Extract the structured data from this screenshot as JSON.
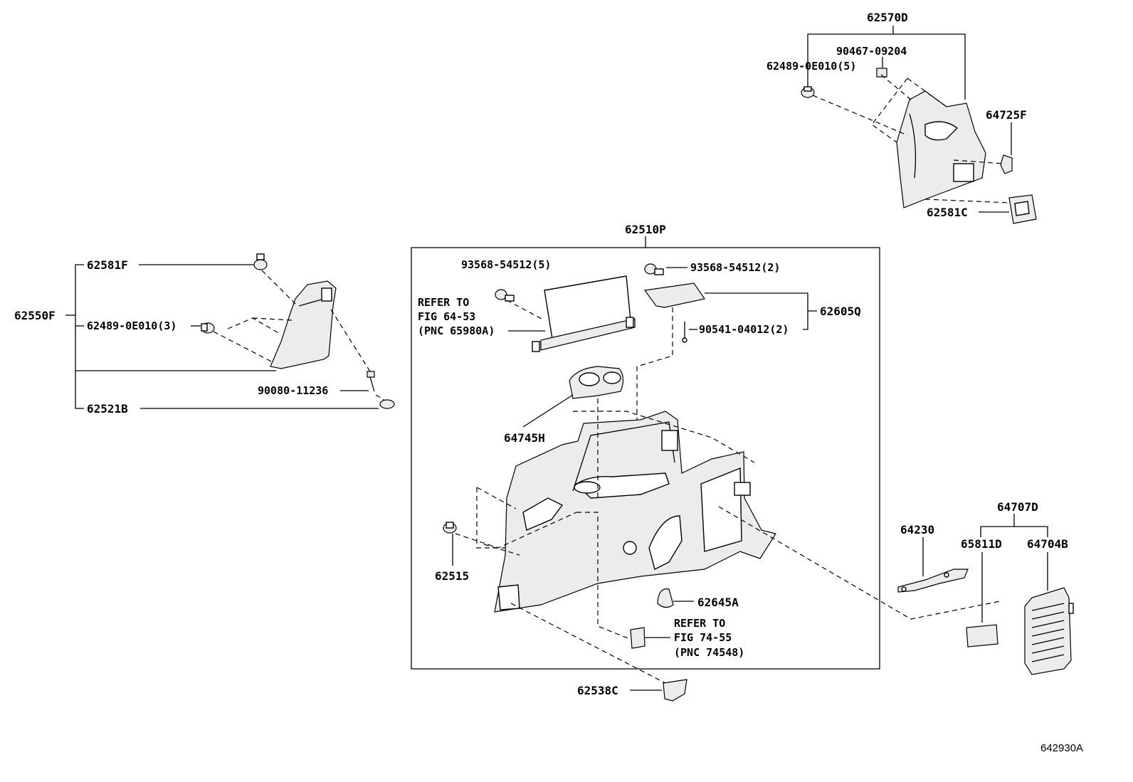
{
  "diagram_code": "642930A",
  "labels": {
    "l62570D": "62570D",
    "l90467": "90467-09204",
    "l62489a": "62489-0E010(5)",
    "l64725F": "64725F",
    "l62581C": "62581C",
    "l62510P": "62510P",
    "l62581F": "62581F",
    "l62550F": "62550F",
    "l62489b": "62489-0E010(3)",
    "l90080": "90080-11236",
    "l62521B": "62521B",
    "l93568a": "93568-54512(5)",
    "l93568b": "93568-54512(2)",
    "refer1_a": "REFER TO",
    "refer1_b": "FIG 64-53",
    "refer1_c": "(PNC 65980A)",
    "l62605Q": "62605Q",
    "l90541": "90541-04012(2)",
    "l64745H": "64745H",
    "l62515": "62515",
    "l62645A": "62645A",
    "refer2_a": "REFER TO",
    "refer2_b": "FIG 74-55",
    "refer2_c": "(PNC 74548)",
    "l62538C": "62538C",
    "l64707D": "64707D",
    "l64230": "64230",
    "l65811D": "65811D",
    "l64704B": "64704B"
  }
}
